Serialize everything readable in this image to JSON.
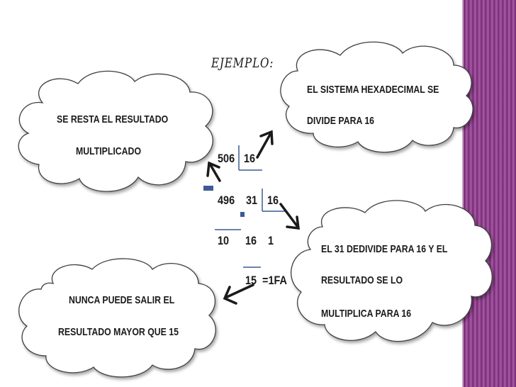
{
  "title": "EJEMPLO:",
  "clouds": {
    "resta": {
      "line1": "SE  RESTA EL RESULTADO",
      "line2": "MULTIPLICADO"
    },
    "hexa": {
      "line1": "EL SISTEMA HEXADECIMAL SE",
      "line2": "DIVIDE PARA 16"
    },
    "dedivide": {
      "line1": "EL 31 DEDIVIDE PARA 16 Y EL",
      "line2": "RESULTADO SE LO",
      "line3": "MULTIPLICA PARA 16"
    },
    "nunca": {
      "line1": "NUNCA PUEDE SALIR EL",
      "line2": "RESULTADO MAYOR QUE 15"
    }
  },
  "division": {
    "dividend": "506",
    "divisor1": "16",
    "product1": "496",
    "quotient1": "31",
    "divisor2": "16",
    "remainder1": "10",
    "product2": "16",
    "quotient2": "1",
    "remainder2": "15",
    "result": "=1FA"
  },
  "colors": {
    "accent_blue": "#3c5a96",
    "purple_band": "#8e3c8c",
    "cloud_border": "#404040",
    "text": "#1a1a1a"
  },
  "icons": [
    "minus-sign-icon",
    "minus-sign-icon",
    "arrow-icon",
    "arrow-icon",
    "arrow-icon",
    "arrow-icon"
  ]
}
